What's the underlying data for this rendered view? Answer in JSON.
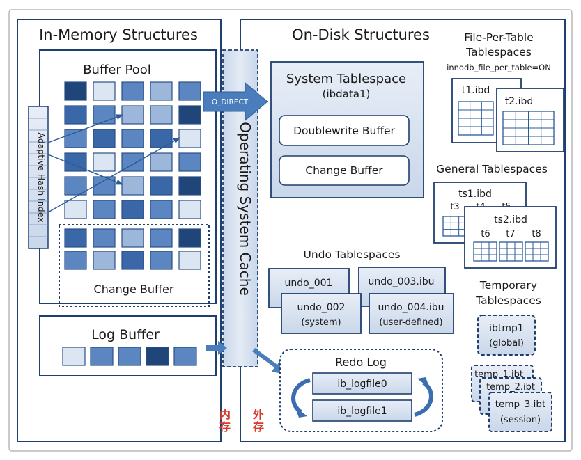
{
  "in_memory": {
    "title": "In-Memory Structures",
    "buffer_pool": "Buffer Pool",
    "adaptive_hash_index": "Adaptive Hash Index",
    "change_buffer": "Change Buffer",
    "log_buffer": "Log Buffer"
  },
  "os_cache": {
    "label": "Operating System Cache",
    "o_direct": "O_DIRECT"
  },
  "on_disk": {
    "title": "On-Disk Structures",
    "system_tablespace": {
      "title": "System Tablespace",
      "file": "(ibdata1)",
      "doublewrite_buffer": "Doublewrite Buffer",
      "change_buffer": "Change Buffer"
    },
    "file_per_table": {
      "title_line1": "File-Per-Table",
      "title_line2": "Tablespaces",
      "setting": "innodb_file_per_table=ON",
      "files": [
        "t1.ibd",
        "t2.ibd"
      ]
    },
    "general": {
      "title": "General Tablespaces",
      "ts1": "ts1.ibd",
      "ts1_tables": [
        "t3",
        "t4",
        "t5"
      ],
      "ts2": "ts2.ibd",
      "ts2_tables": [
        "t6",
        "t7",
        "t8"
      ]
    },
    "undo": {
      "title": "Undo Tablespaces",
      "undo_001": "undo_001",
      "undo_002": "undo_002",
      "undo_002_sub": "(system)",
      "undo_003": "undo_003.ibu",
      "undo_004": "undo_004.ibu",
      "undo_004_sub": "(user-defined)"
    },
    "temporary": {
      "title_line1": "Temporary",
      "title_line2": "Tablespaces",
      "ibtmp1": "ibtmp1",
      "ibtmp1_sub": "(global)",
      "temp_1": "temp_1.ibt",
      "temp_2": "temp_2.ibt",
      "temp_3": "temp_3.ibt",
      "temp_3_sub": "(session)"
    },
    "redo": {
      "title": "Redo Log",
      "file0": "ib_logfile0",
      "file1": "ib_logfile1"
    }
  },
  "annotations": {
    "memory_cn": [
      "内",
      "存"
    ],
    "disk_cn": [
      "外",
      "存"
    ]
  },
  "colors": {
    "frame": "#1f3f6e",
    "panel": "#dce6f2",
    "arrow": "#4a7dbb",
    "annotation": "#d83a2e"
  }
}
